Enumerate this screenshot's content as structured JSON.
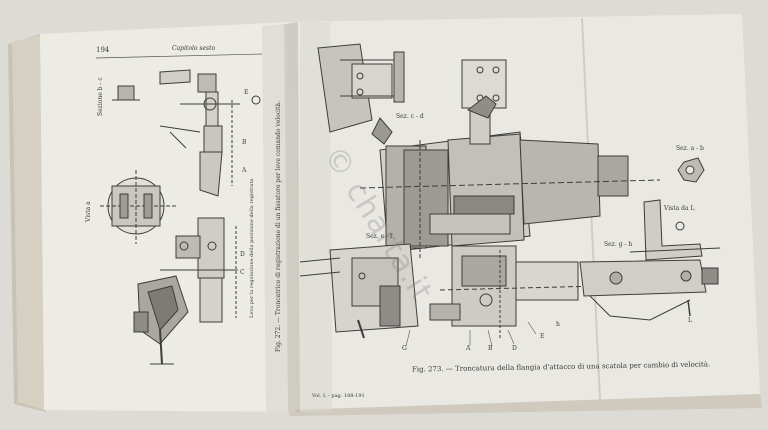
{
  "book": {
    "left_page": {
      "page_number": "194",
      "running_head": "Capitolo sesto",
      "section_label": "Sezione b - c",
      "view_label": "Vista a",
      "caption": "Fig. 272. — Troncatrice di registrazione di un fissatore per leve comando velocità.",
      "side_note": "Leva per la regolazione della posizione della registrata",
      "letters": [
        "A",
        "B",
        "C",
        "D",
        "E"
      ]
    },
    "right_page": {
      "section_cd": "Sez. c - d",
      "section_ab": "Sez. a - b",
      "section_ef": "Sez. e - f",
      "section_gh": "Sez. g - h",
      "view_L": "Vista da L",
      "caption": "Fig. 273. — Troncatura della flangia d'attacco di una scatola per cambio di velocità.",
      "footer": "Vol. I. - pag. 188-191",
      "letters": [
        "A",
        "B",
        "D",
        "G",
        "E",
        "L",
        "h"
      ]
    }
  },
  "watermark": "© charta.it",
  "colors": {
    "paper_left": "#ecebe4",
    "paper_right": "#e9e8e2",
    "ink": "#3d3d3b",
    "background": "#dddbd5"
  }
}
